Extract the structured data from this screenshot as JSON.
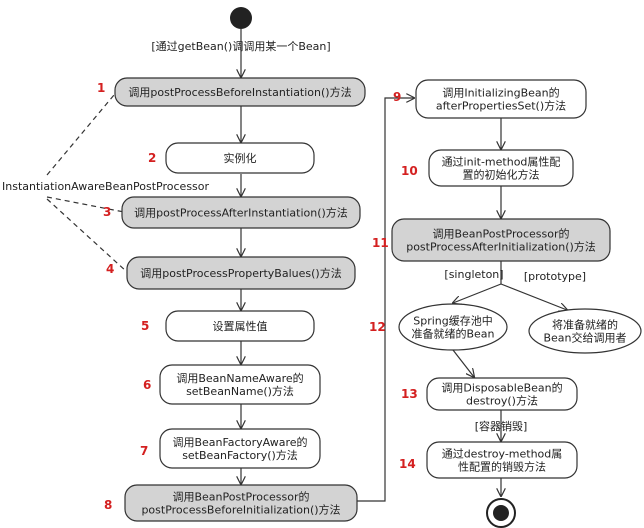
{
  "start_guard": "[通过getBean()调调用某一个Bean]",
  "side_label": "InstantiationAwareBeanPostProcessor",
  "steps": [
    {
      "num": "1",
      "lines": [
        "调用postProcessBeforeInstantiation()方法"
      ],
      "shaded": true
    },
    {
      "num": "2",
      "lines": [
        "实例化"
      ],
      "shaded": false
    },
    {
      "num": "3",
      "lines": [
        "调用postProcessAfterInstantiation()方法"
      ],
      "shaded": true
    },
    {
      "num": "4",
      "lines": [
        "调用postProcessPropertyBalues()方法"
      ],
      "shaded": true
    },
    {
      "num": "5",
      "lines": [
        "设置属性值"
      ],
      "shaded": false
    },
    {
      "num": "6",
      "lines": [
        "调用BeanNameAware的",
        "setBeanName()方法"
      ],
      "shaded": false
    },
    {
      "num": "7",
      "lines": [
        "调用BeanFactoryAware的",
        "setBeanFactory()方法"
      ],
      "shaded": false
    },
    {
      "num": "8",
      "lines": [
        "调用BeanPostProcessor的",
        "postProcessBeforeInitialization()方法"
      ],
      "shaded": true
    },
    {
      "num": "9",
      "lines": [
        "调用InitializingBean的",
        "afterPropertiesSet()方法"
      ],
      "shaded": false
    },
    {
      "num": "10",
      "lines": [
        "通过init-method属性配",
        "置的初始化方法"
      ],
      "shaded": false
    },
    {
      "num": "11",
      "lines": [
        "调用BeanPostProcessor的",
        "postProcessAfterInitialization()方法"
      ],
      "shaded": true
    },
    {
      "num": "12",
      "lines": [
        "Spring缓存池中",
        "准备就绪的Bean"
      ],
      "shaded": false
    },
    {
      "num": "",
      "lines": [
        "将准备就绪的",
        "Bean交给调用者"
      ],
      "shaded": false
    },
    {
      "num": "13",
      "lines": [
        "调用DisposableBean的",
        "destroy()方法"
      ],
      "shaded": false
    },
    {
      "num": "14",
      "lines": [
        "通过destroy-method属",
        "性配置的销毁方法"
      ],
      "shaded": false
    }
  ],
  "guards": {
    "singleton": "[singleton]",
    "prototype": "[prototype]",
    "container_destroy": "[容器销毁]"
  }
}
